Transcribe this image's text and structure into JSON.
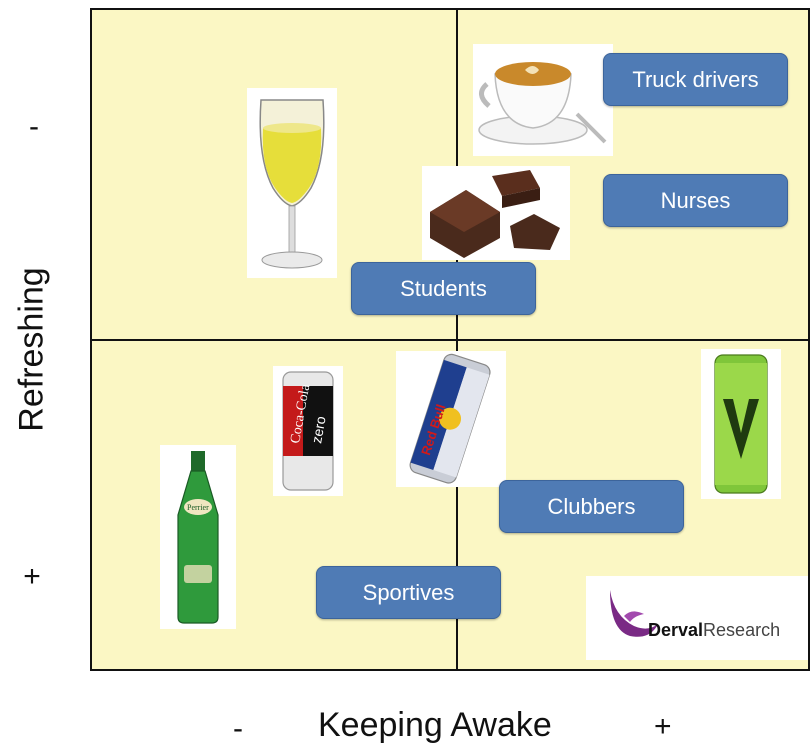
{
  "axes": {
    "y_label": "Refreshing",
    "y_top_sign": "-",
    "y_bottom_sign": "+",
    "x_label": "Keeping Awake",
    "x_left_sign": "-",
    "x_right_sign": "+"
  },
  "segments": {
    "truck_drivers": "Truck drivers",
    "nurses": "Nurses",
    "students": "Students",
    "clubbers": "Clubbers",
    "sportives": "Sportives"
  },
  "products": [
    "white wine glass",
    "espresso coffee cup",
    "chocolate pieces",
    "Coca-Cola zero can",
    "Red Bull can",
    "green V energy drink can",
    "Perrier bottle"
  ],
  "logo": {
    "brand_a": "Derval",
    "brand_b": "Research"
  },
  "colors": {
    "panel": "#fbf7c4",
    "segment": "#4f7bb5",
    "logo_purple": "#7a2a85"
  }
}
